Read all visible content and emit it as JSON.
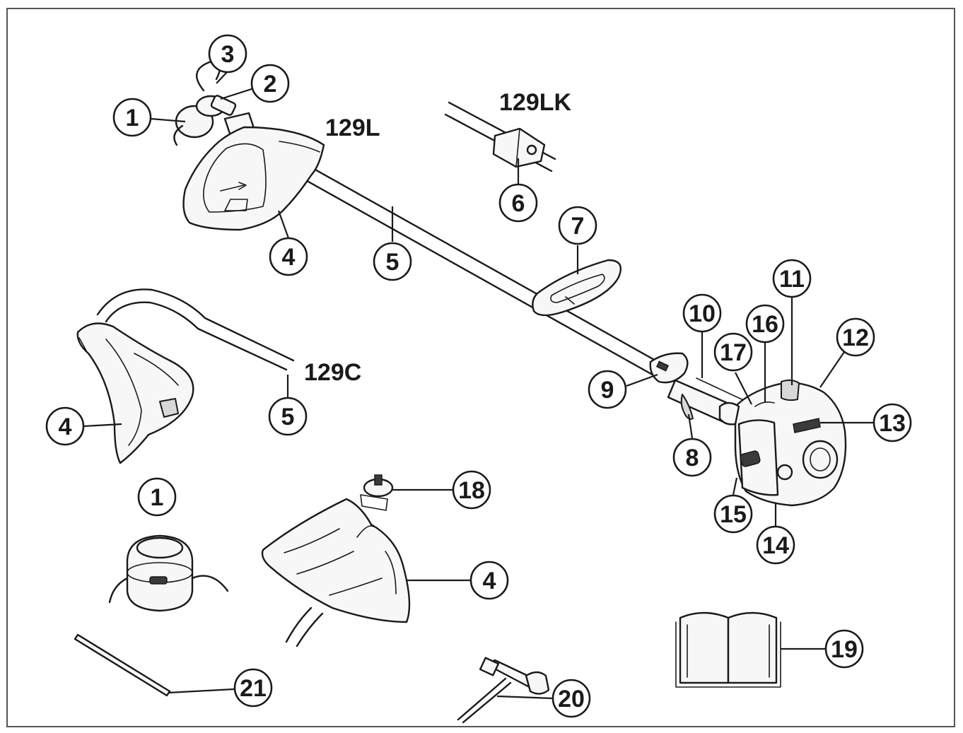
{
  "diagram": {
    "models": {
      "l": "129L",
      "lk": "129LK",
      "c": "129C"
    },
    "callouts": {
      "c1": "1",
      "c2": "2",
      "c3": "3",
      "c4": "4",
      "c5": "5",
      "c6": "6",
      "c7": "7",
      "c8": "8",
      "c9": "9",
      "c10": "10",
      "c11": "11",
      "c12": "12",
      "c13": "13",
      "c14": "14",
      "c15": "15",
      "c16": "16",
      "c17": "17",
      "c18": "18",
      "c19": "19",
      "c20": "20",
      "c21": "21"
    }
  }
}
